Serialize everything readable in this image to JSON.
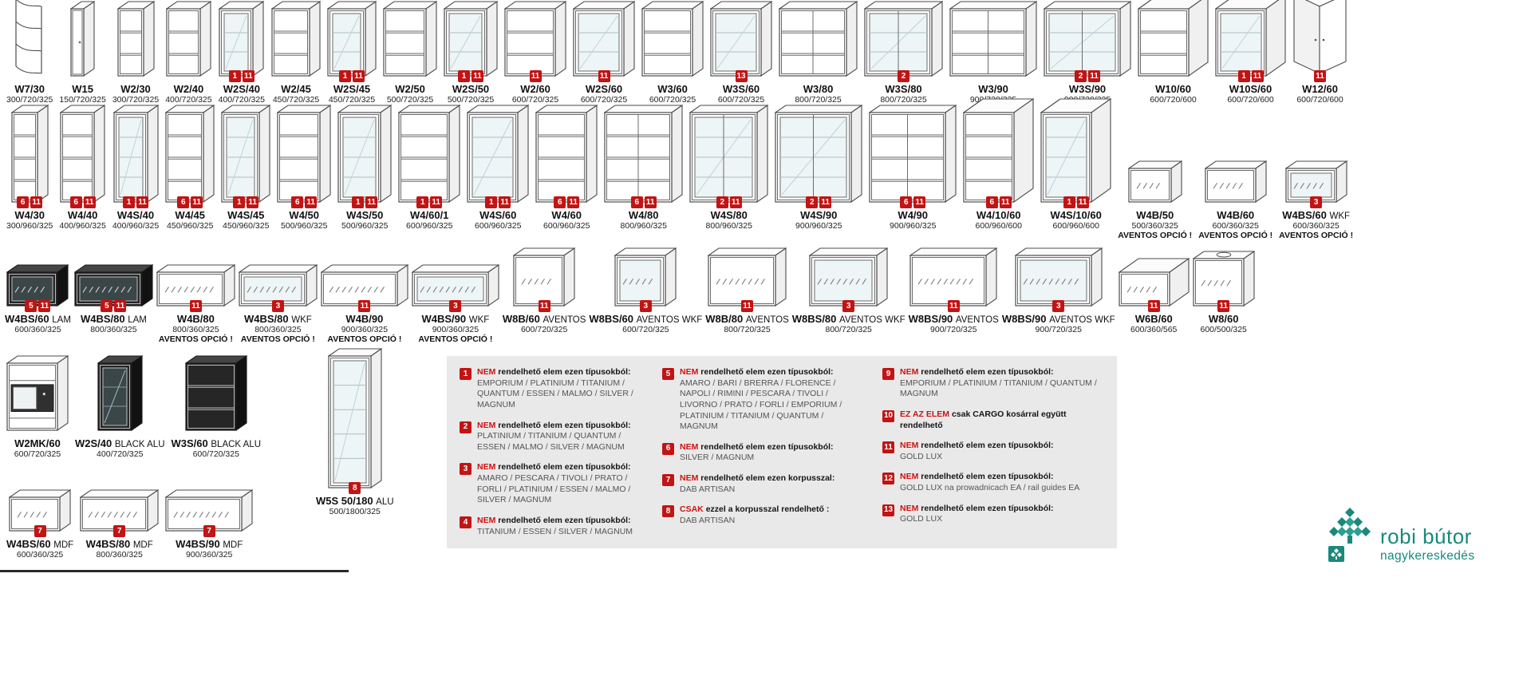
{
  "colors": {
    "badge": "#c21414",
    "legend_bg": "#e9e9e9",
    "brand_teal": "#19897b"
  },
  "catalog": {
    "row1": [
      {
        "code": "W7/30",
        "dims": "300/720/325",
        "badges": [],
        "type": "cornerOpen"
      },
      {
        "code": "W15",
        "dims": "150/720/325",
        "badges": [],
        "type": "plain"
      },
      {
        "code": "W2/30",
        "dims": "300/720/325",
        "badges": [],
        "type": "shelves"
      },
      {
        "code": "W2/40",
        "dims": "400/720/325",
        "badges": [],
        "type": "shelves"
      },
      {
        "code": "W2S/40",
        "dims": "400/720/325",
        "badges": [
          1,
          11
        ],
        "type": "glass"
      },
      {
        "code": "W2/45",
        "dims": "450/720/325",
        "badges": [],
        "type": "shelves"
      },
      {
        "code": "W2S/45",
        "dims": "450/720/325",
        "badges": [
          1,
          11
        ],
        "type": "glass"
      },
      {
        "code": "W2/50",
        "dims": "500/720/325",
        "badges": [],
        "type": "shelves"
      },
      {
        "code": "W2S/50",
        "dims": "500/720/325",
        "badges": [
          1,
          11
        ],
        "type": "glass"
      },
      {
        "code": "W2/60",
        "dims": "600/720/325",
        "badges": [
          11
        ],
        "type": "shelves"
      },
      {
        "code": "W2S/60",
        "dims": "600/720/325",
        "badges": [
          11
        ],
        "type": "glass"
      },
      {
        "code": "W3/60",
        "dims": "600/720/325",
        "badges": [],
        "type": "shelves"
      },
      {
        "code": "W3S/60",
        "dims": "600/720/325",
        "badges": [
          13
        ],
        "type": "glass"
      },
      {
        "code": "W3/80",
        "dims": "800/720/325",
        "badges": [],
        "type": "shelves2"
      },
      {
        "code": "W3S/80",
        "dims": "800/720/325",
        "badges": [
          2
        ],
        "type": "glass2"
      },
      {
        "code": "W3/90",
        "dims": "900/720/325",
        "badges": [],
        "type": "shelves2"
      },
      {
        "code": "W3S/90",
        "dims": "900/720/325",
        "badges": [
          2,
          11
        ],
        "type": "glass2"
      },
      {
        "code": "W10/60",
        "dims": "600/720/600",
        "badges": [],
        "type": "cornerBox"
      },
      {
        "code": "W10S/60",
        "dims": "600/720/600",
        "badges": [
          1,
          11
        ],
        "type": "cornerBoxGlass"
      },
      {
        "code": "W12/60",
        "dims": "600/720/600",
        "badges": [
          11
        ],
        "type": "cornerL"
      }
    ],
    "row2": [
      {
        "code": "W4/30",
        "dims": "300/960/325",
        "badges": [
          6,
          11
        ],
        "type": "shelves"
      },
      {
        "code": "W4/40",
        "dims": "400/960/325",
        "badges": [
          6,
          11
        ],
        "type": "shelves"
      },
      {
        "code": "W4S/40",
        "dims": "400/960/325",
        "badges": [
          1,
          11
        ],
        "type": "glass"
      },
      {
        "code": "W4/45",
        "dims": "450/960/325",
        "badges": [
          6,
          11
        ],
        "type": "shelves"
      },
      {
        "code": "W4S/45",
        "dims": "450/960/325",
        "badges": [
          1,
          11
        ],
        "type": "glass"
      },
      {
        "code": "W4/50",
        "dims": "500/960/325",
        "badges": [
          6,
          11
        ],
        "type": "shelves"
      },
      {
        "code": "W4S/50",
        "dims": "500/960/325",
        "badges": [
          1,
          11
        ],
        "type": "glass"
      },
      {
        "code": "W4/60/1",
        "dims": "600/960/325",
        "badges": [
          1,
          11
        ],
        "type": "shelves"
      },
      {
        "code": "W4S/60",
        "dims": "600/960/325",
        "badges": [
          1,
          11
        ],
        "type": "glass"
      },
      {
        "code": "W4/60",
        "dims": "600/960/325",
        "badges": [
          6,
          11
        ],
        "type": "shelves"
      },
      {
        "code": "W4/80",
        "dims": "800/960/325",
        "badges": [
          6,
          11
        ],
        "type": "shelves2"
      },
      {
        "code": "W4S/80",
        "dims": "800/960/325",
        "badges": [
          2,
          11
        ],
        "type": "glass2"
      },
      {
        "code": "W4S/90",
        "dims": "900/960/325",
        "badges": [
          2,
          11
        ],
        "type": "glass2"
      },
      {
        "code": "W4/90",
        "dims": "900/960/325",
        "badges": [
          6,
          11
        ],
        "type": "shelves2"
      },
      {
        "code": "W4/10/60",
        "dims": "600/960/600",
        "badges": [
          6,
          11
        ],
        "type": "cornerBox"
      },
      {
        "code": "W4S/10/60",
        "dims": "600/960/600",
        "badges": [
          1,
          11
        ],
        "type": "cornerBoxGlass"
      },
      {
        "code": "W4B/50",
        "dims": "500/360/325",
        "badges": [],
        "type": "flap",
        "note": "AVENTOS OPCIÓ !"
      },
      {
        "code": "W4B/60",
        "dims": "600/360/325",
        "badges": [],
        "type": "flap",
        "note": "AVENTOS OPCIÓ !"
      },
      {
        "code": "W4BS/60",
        "suffix": "WKF",
        "dims": "600/360/325",
        "badges": [
          3
        ],
        "type": "flapGlass",
        "note": "AVENTOS OPCIÓ !"
      }
    ],
    "row3": [
      {
        "code": "W4BS/60",
        "suffix": "LAM",
        "dims": "600/360/325",
        "badges": [
          5,
          11
        ],
        "type": "flapDark"
      },
      {
        "code": "W4BS/80",
        "suffix": "LAM",
        "dims": "800/360/325",
        "badges": [
          5,
          11
        ],
        "type": "flapDark"
      },
      {
        "code": "W4B/80",
        "dims": "800/360/325",
        "badges": [
          11
        ],
        "type": "flap",
        "note": "AVENTOS OPCIÓ !"
      },
      {
        "code": "W4BS/80",
        "suffix": "WKF",
        "dims": "800/360/325",
        "badges": [
          3
        ],
        "type": "flapGlass",
        "note": "AVENTOS OPCIÓ !"
      },
      {
        "code": "W4B/90",
        "dims": "900/360/325",
        "badges": [
          11
        ],
        "type": "flap",
        "note": "AVENTOS OPCIÓ !"
      },
      {
        "code": "W4BS/90",
        "suffix": "WKF",
        "dims": "900/360/325",
        "badges": [
          3
        ],
        "type": "flapGlass",
        "note": "AVENTOS OPCIÓ !"
      },
      {
        "code": "W8B/60",
        "suffix": "AVENTOS",
        "dims": "600/720/325",
        "badges": [
          11
        ],
        "type": "flapTall"
      },
      {
        "code": "W8BS/60",
        "suffix": "AVENTOS WKF",
        "dims": "600/720/325",
        "badges": [
          3
        ],
        "type": "flapTallGlass"
      },
      {
        "code": "W8B/80",
        "suffix": "AVENTOS",
        "dims": "800/720/325",
        "badges": [
          11
        ],
        "type": "flapTall"
      },
      {
        "code": "W8BS/80",
        "suffix": "AVENTOS WKF",
        "dims": "800/720/325",
        "badges": [
          3
        ],
        "type": "flapTallGlass"
      },
      {
        "code": "W8BS/90",
        "suffix": "AVENTOS",
        "dims": "900/720/325",
        "badges": [
          11
        ],
        "type": "flapTall"
      },
      {
        "code": "W8BS/90",
        "suffix": "AVENTOS WKF",
        "dims": "900/720/325",
        "badges": [
          3
        ],
        "type": "flapTallGlass"
      },
      {
        "code": "W6B/60",
        "dims": "600/360/565",
        "badges": [
          11
        ],
        "type": "flap"
      },
      {
        "code": "W8/60",
        "dims": "600/500/325",
        "badges": [
          11
        ],
        "type": "flapHole"
      }
    ],
    "row4": [
      {
        "code": "W2MK/60",
        "dims": "600/720/325",
        "badges": [],
        "type": "mk"
      },
      {
        "code": "W2S/40",
        "suffix": "BLACK ALU",
        "dims": "400/720/325",
        "badges": [],
        "type": "blackGlass"
      },
      {
        "code": "W3S/60",
        "suffix": "BLACK ALU",
        "dims": "600/720/325",
        "badges": [],
        "type": "blackOpen"
      }
    ],
    "tall": {
      "code": "W5S 50/180",
      "suffix": "ALU",
      "dims": "500/1800/325",
      "badges": [
        8
      ],
      "type": "tallGlass"
    },
    "row5": [
      {
        "code": "W4BS/60",
        "suffix": "MDF",
        "dims": "600/360/325",
        "badges": [
          7
        ],
        "type": "flap"
      },
      {
        "code": "W4BS/80",
        "suffix": "MDF",
        "dims": "800/360/325",
        "badges": [
          7
        ],
        "type": "flap"
      },
      {
        "code": "W4BS/90",
        "suffix": "MDF",
        "dims": "900/360/325",
        "badges": [
          7
        ],
        "type": "flap"
      }
    ]
  },
  "legend": {
    "columns": [
      [
        {
          "num": "1",
          "lead": "NEM",
          "bold": "rendelhető elem ezen típusokból:",
          "detail": "EMPORIUM / PLATINIUM / TITANIUM / QUANTUM / ESSEN / MALMO / SILVER / MAGNUM"
        },
        {
          "num": "2",
          "lead": "NEM",
          "bold": "rendelhető elem ezen típusokból:",
          "detail": "PLATINIUM / TITANIUM / QUANTUM / ESSEN / MALMO / SILVER / MAGNUM"
        },
        {
          "num": "3",
          "lead": "NEM",
          "bold": "rendelhető elem ezen típusokból:",
          "detail": "AMARO / PESCARA / TIVOLI / PRATO / FORLI / PLATINIUM / ESSEN / MALMO / SILVER / MAGNUM"
        },
        {
          "num": "4",
          "lead": "NEM",
          "bold": "rendelhető elem ezen típusokból:",
          "detail": "TITANIUM /  ESSEN / SILVER / MAGNUM"
        }
      ],
      [
        {
          "num": "5",
          "lead": "NEM",
          "bold": "rendelhető elem ezen típusokból:",
          "detail": "AMARO / BARI / BRERRA / FLORENCE / NAPOLI / RIMINI / PESCARA / TIVOLI / LIVORNO / PRATO / FORLI / EMPORIUM / PLATINIUM / TITANIUM / QUANTUM / MAGNUM"
        },
        {
          "num": "6",
          "lead": "NEM",
          "bold": "rendelhető elem ezen típusokból:",
          "detail": "SILVER / MAGNUM"
        },
        {
          "num": "7",
          "lead": "NEM",
          "bold": "rendelhető elem ezen korpusszal:",
          "detail": "DAB ARTISAN"
        },
        {
          "num": "8",
          "lead": "CSAK",
          "bold": "ezzel a korpusszal rendelhető :",
          "detail": "DAB ARTISAN"
        }
      ],
      [
        {
          "num": "9",
          "lead": "NEM",
          "bold": "rendelhető elem ezen típusokból:",
          "detail": "EMPORIUM / PLATINIUM / TITANIUM / QUANTUM / MAGNUM"
        },
        {
          "num": "10",
          "lead": "EZ AZ ELEM",
          "bold": "csak CARGO kosárral  együtt rendelhető",
          "detail": ""
        },
        {
          "num": "11",
          "lead": "NEM",
          "bold": "rendelhető elem ezen típusokból:",
          "detail": "GOLD LUX"
        },
        {
          "num": "12",
          "lead": "NEM",
          "bold": "rendelhető elem ezen típusokból:",
          "detail": "GOLD LUX na prowadnicach EA / rail guides EA"
        },
        {
          "num": "13",
          "lead": "NEM",
          "bold": "rendelhető elem ezen típusokból:",
          "detail": "GOLD LUX"
        }
      ]
    ]
  },
  "logo": {
    "line1": "robi bútor",
    "line2": "nagykereskedés"
  }
}
